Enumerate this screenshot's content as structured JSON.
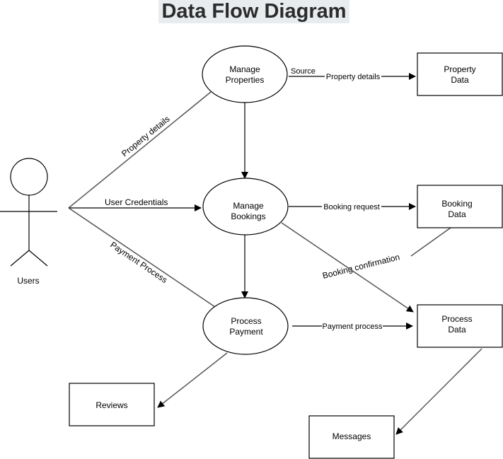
{
  "title": "Data Flow Diagram",
  "actor": {
    "label": "Users"
  },
  "processes": {
    "manage_properties": [
      "Manage",
      "Properties"
    ],
    "manage_bookings": [
      "Manage",
      "Bookings"
    ],
    "process_payment": [
      "Process",
      "Payment"
    ]
  },
  "stores": {
    "property_data": [
      "Property",
      "Data"
    ],
    "booking_data": [
      "Booking",
      "Data"
    ],
    "process_data": [
      "Process",
      "Data"
    ],
    "reviews": [
      "Reviews"
    ],
    "messages": [
      "Messages"
    ]
  },
  "flows": {
    "property_details_user": "Property details",
    "user_credentials": "User Credentials",
    "payment_process_user": "Payment Process",
    "source": "Source",
    "property_details_store": "Property details",
    "booking_request": "Booking request",
    "booking_confirmation": "Booking confirmation",
    "payment_process_store": "Payment process"
  },
  "colors": {
    "stroke": "#000000",
    "edge": "#555555",
    "title_bg": "#e8ecef"
  }
}
